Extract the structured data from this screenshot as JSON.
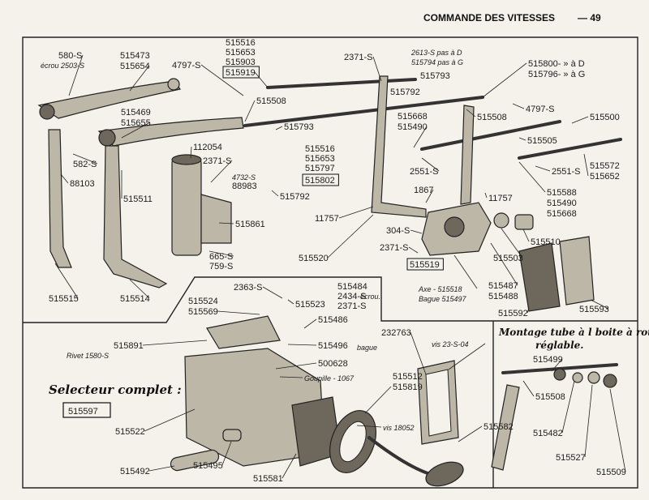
{
  "header": {
    "title": "COMMANDE DES VITESSES",
    "page_number": "— 49"
  },
  "callouts": [
    "580-S",
    "écrou 2503-S",
    "515473",
    "515654",
    "4797-S",
    "515516",
    "515653",
    "515903",
    "515919",
    "2371-S",
    "2613-S pas à D",
    "515794 pas à G",
    "515800- »  à D",
    "515796- »  à G",
    "515793",
    "515792",
    "515508",
    "515469",
    "515655",
    "515793",
    "515668",
    "515490",
    "515508",
    "4797-S",
    "515500",
    "582-S",
    "88103",
    "515511",
    "112054",
    "2371-S",
    "4732-S",
    "88983",
    "515516",
    "515653",
    "515797",
    "515802",
    "515792",
    "2551-S",
    "1867",
    "515505",
    "2551-S",
    "515572",
    "515652",
    "11757",
    "515588",
    "515490",
    "515668",
    "515861",
    "11757",
    "304-S",
    "2371-S",
    "515520",
    "515519",
    "665-S",
    "759-S",
    "515503",
    "515510",
    "515593",
    "515515",
    "515514",
    "Axe - 515518",
    "Bague 515497",
    "515487",
    "515488",
    "515592",
    "2363-S",
    "515524",
    "515569",
    "515523",
    "515484",
    "2434-S",
    "2371-S",
    "écrou.",
    "515486",
    "515891",
    "Rivet  1580-S",
    "515496",
    "bague",
    "500628",
    "Goupille - 1067",
    "232763",
    "vis 23-S-04",
    "515512",
    "515819",
    "vis 18052",
    "515582",
    "515522",
    "515492",
    "515495",
    "515581",
    "515499",
    "515508",
    "515482",
    "515527",
    "515509"
  ],
  "selector": {
    "title": "Selecteur complet :",
    "part_number": "515597"
  },
  "mounting": {
    "title_line1": "Montage tube à l boite à rotule",
    "title_line2": "réglable."
  }
}
